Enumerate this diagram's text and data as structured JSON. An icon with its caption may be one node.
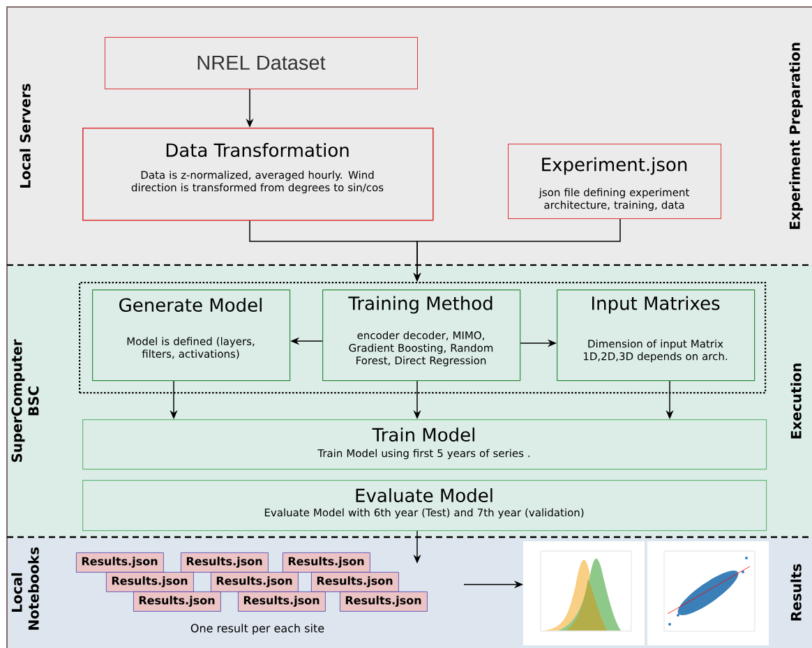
{
  "diagram": {
    "nodes": [
      {
        "text": [
          "Local Servers",
          "Experiment Preparation"
        ]
      },
      {
        "text": [
          "NREL Dataset"
        ],
        "in": 0
      },
      {
        "text": [
          "Data Transformation",
          "Data is z-normalized, averaged hourly. Wind direction is transformed from degrees to sin/cos"
        ],
        "in": 0
      },
      {
        "text": [
          "Experiment.json",
          "json file defining experiment architecture, training, data"
        ],
        "in": 0
      },
      {
        "text": [
          "SuperComputer BSC",
          "Execution"
        ]
      },
      {
        "text": [],
        "shape": "box",
        "in": 4
      },
      {
        "text": [
          "Generate Model",
          "Model is defined (layers, filters, activations)"
        ],
        "in": 5
      },
      {
        "text": [
          "Training Method",
          "encoder decoder, MIMO, Gradient Boosting, Random Forest, Direct Regression"
        ],
        "in": 5
      },
      {
        "text": [
          "Input Matrixes",
          "Dimension of input Matrix 1D,2D,3D depends on arch."
        ],
        "in": 5
      },
      {
        "text": [
          "Train Model",
          "Train Model using first 5 years of series ."
        ],
        "in": 4
      },
      {
        "text": [
          "Evaluate Model",
          "Evaluate Model with 6th year (Test) and 7th year (validation)"
        ],
        "in": 4
      },
      {
        "text": [
          "Local Notebooks",
          "Results"
        ]
      },
      {
        "text": [
          "Results.json"
        ],
        "in": 11
      },
      {
        "text": [
          "Results.json"
        ],
        "in": 11
      },
      {
        "text": [
          "Results.json"
        ],
        "in": 11
      },
      {
        "text": [
          "Results.json"
        ],
        "in": 11
      },
      {
        "text": [
          "Results.json"
        ],
        "in": 11
      },
      {
        "text": [
          "Results.json"
        ],
        "in": 11
      },
      {
        "text": [
          "Results.json"
        ],
        "in": 11
      },
      {
        "text": [
          "Results.json"
        ],
        "in": 11
      },
      {
        "text": [
          "Results.json"
        ],
        "in": 11
      },
      {
        "text": [],
        "shape": "picture",
        "in": 11
      }
    ],
    "edges": [
      {
        "from": 1,
        "to": 2,
        "arrow": "to"
      },
      {
        "from": 2,
        "to": 5,
        "arrow": "to"
      },
      {
        "from": 3,
        "to": 5,
        "arrow": "to"
      },
      {
        "from": 7,
        "to": 6,
        "arrow": "to"
      },
      {
        "from": 7,
        "to": 8,
        "arrow": "to"
      },
      {
        "from": 6,
        "to": 9,
        "arrow": "to"
      },
      {
        "from": 7,
        "to": 9,
        "arrow": "to"
      },
      {
        "from": 8,
        "to": 9,
        "arrow": "to"
      },
      {
        "from": 10,
        "to": null,
        "arrow": "to"
      },
      {
        "from": null,
        "to": 21,
        "arrow": "to"
      }
    ],
    "labels": [
      "One result per each site"
    ]
  }
}
